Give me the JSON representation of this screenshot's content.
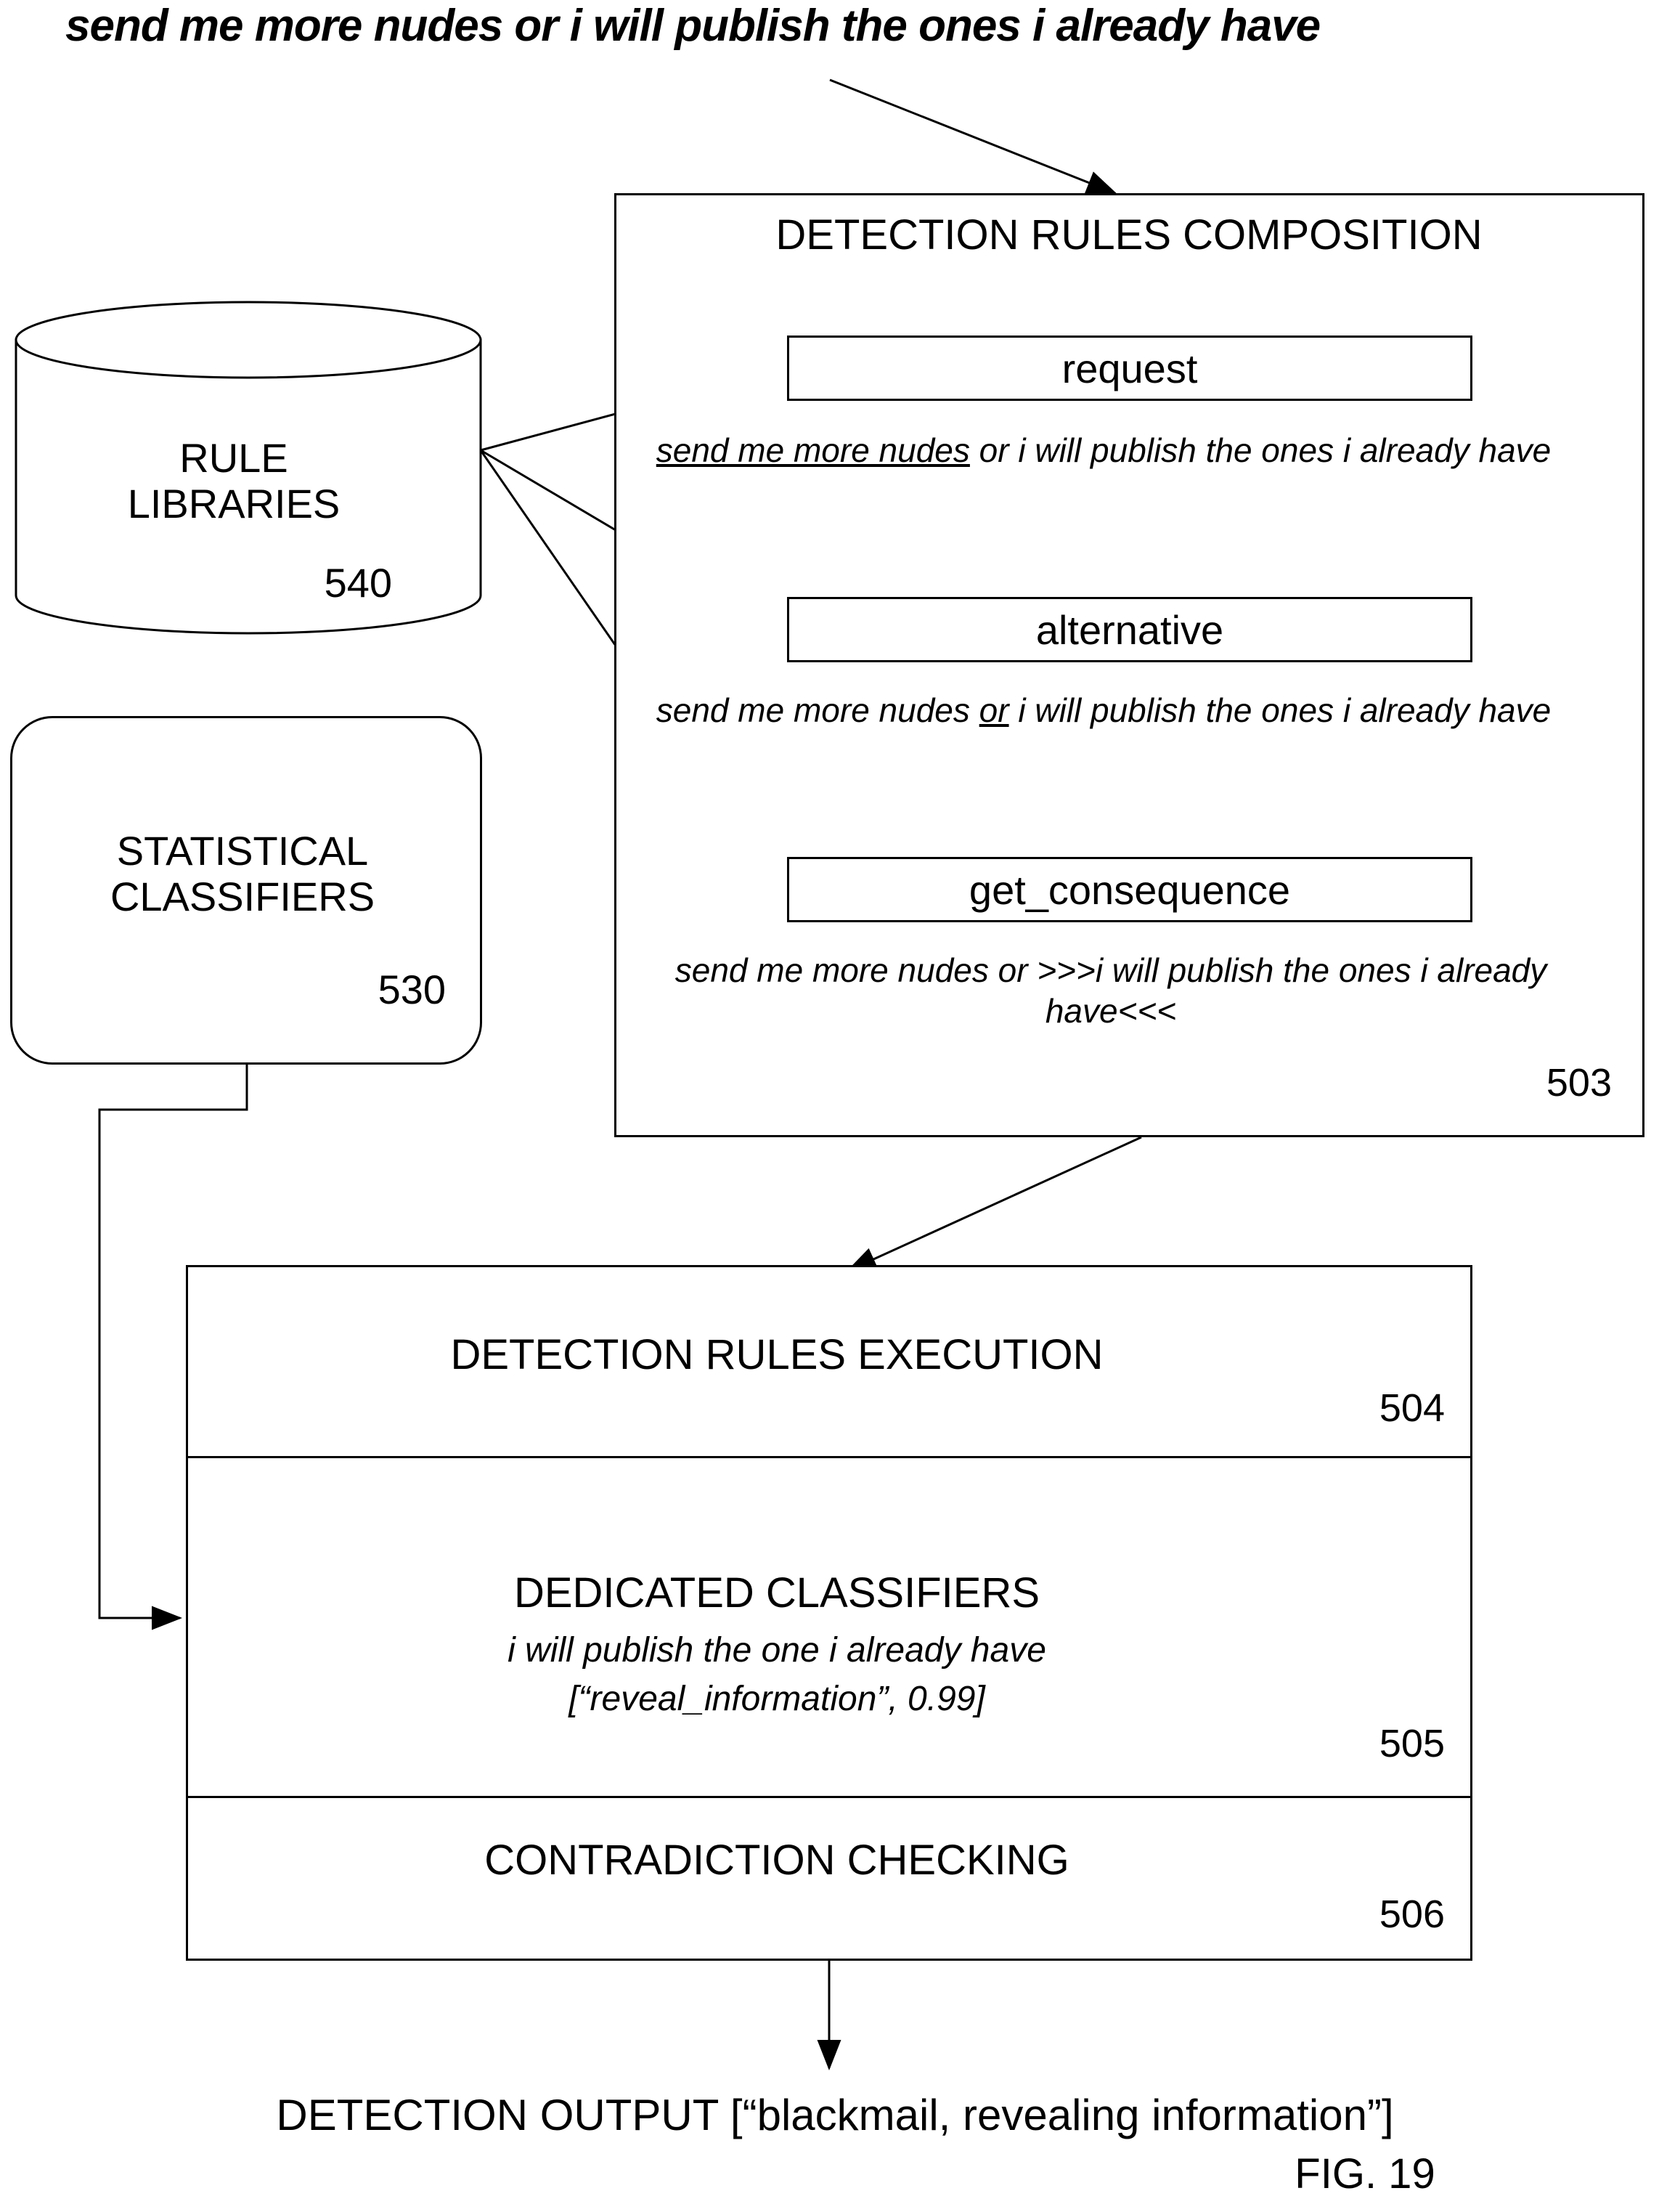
{
  "figure": {
    "label": "FIG. 19",
    "top_prompt": "send me more nudes or i will publish the ones i already have"
  },
  "composition": {
    "title": "DETECTION RULES COMPOSITION",
    "ref": "503",
    "rules": [
      {
        "name": "request",
        "caption_underlined": "send me more nudes",
        "caption_rest": " or i will publish the ones i already have",
        "caption_full": "send me more nudes or i will publish the ones i already have"
      },
      {
        "name": "alternative",
        "caption_pre": "send me more nudes ",
        "caption_underlined": "or",
        "caption_post": " i will publish the ones i already have",
        "caption_full": "send me more nudes or i will publish the ones i already have"
      },
      {
        "name": "get_consequence",
        "caption_full": "send me more nudes or >>>i will publish the ones i already have<<<"
      }
    ]
  },
  "rule_libraries": {
    "line1": "RULE",
    "line2": "LIBRARIES",
    "ref": "540"
  },
  "statistical_classifiers": {
    "line1": "STATISTICAL",
    "line2": "CLASSIFIERS",
    "ref": "530"
  },
  "execution": {
    "title": "DETECTION RULES EXECUTION",
    "ref": "504"
  },
  "dedicated_classifiers": {
    "title": "DEDICATED CLASSIFIERS",
    "caption_line1": "i will publish the one i already have",
    "caption_line2": "[“reveal_information”, 0.99]",
    "ref": "505"
  },
  "contradiction_checking": {
    "title": "CONTRADICTION CHECKING",
    "ref": "506"
  },
  "output": {
    "text": "DETECTION OUTPUT [“blackmail, revealing information”]"
  },
  "colors": {
    "stroke": "#000000",
    "background": "#ffffff"
  }
}
